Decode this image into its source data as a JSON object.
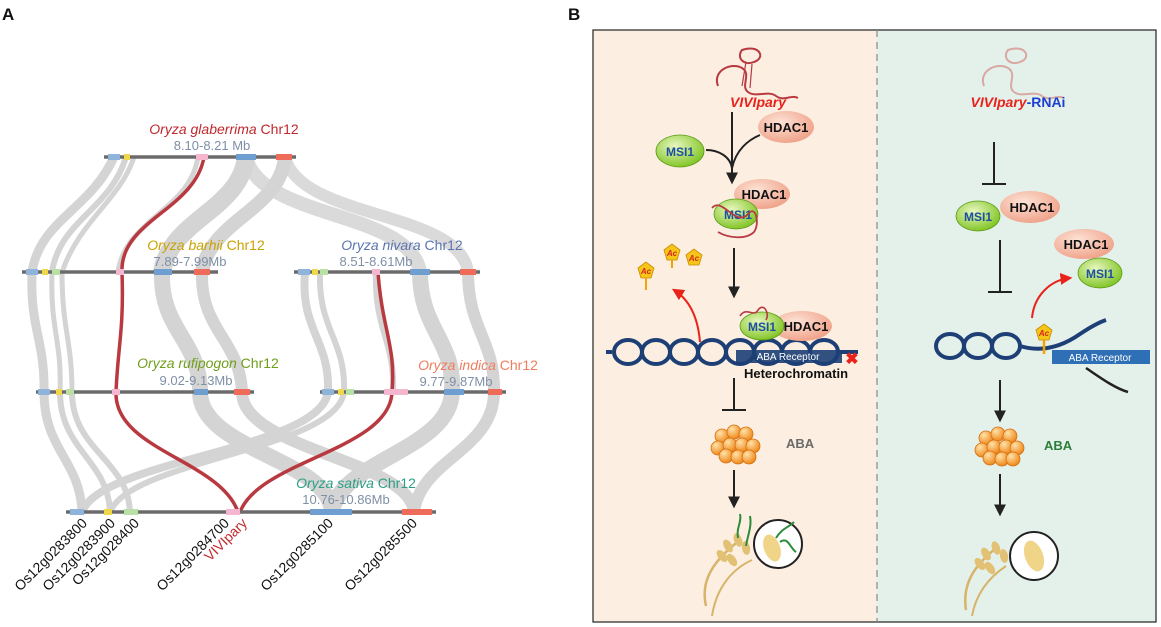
{
  "panelA": {
    "label": "A",
    "species": {
      "glaberrima": {
        "name": "Oryza glaberrima",
        "chr": " Chr12",
        "range": "8.10-8.21 Mb",
        "color": "#c0272d"
      },
      "barthii": {
        "name": "Oryza barhii",
        "chr": " Chr12",
        "range": "7.89-7.99Mb",
        "color": "#c9a200"
      },
      "nivara": {
        "name": "Oryza nivara",
        "chr": " Chr12",
        "range": "8.51-8.61Mb",
        "color": "#5a74b0"
      },
      "rufipogon": {
        "name": "Oryza rufipogon",
        "chr": " Chr12",
        "range": "9.02-9.13Mb",
        "color": "#6f9e1b"
      },
      "indica": {
        "name": "Oryza indica",
        "chr": " Chr12",
        "range": "9.77-9.87Mb",
        "color": "#f07e5e"
      },
      "sativa": {
        "name": "Oryza sativa",
        "chr": " Chr12",
        "range": "10.76-10.86Mb",
        "color": "#2e9e84"
      }
    },
    "genes": [
      "Os12g0283800",
      "Os12g0283900",
      "Os12g028400",
      "Os12g0284700",
      "VIVIpary",
      "Os12g0285100",
      "Os12g0285500"
    ],
    "highlight_color": "#b83a40",
    "range_color": "#7f8fa6"
  },
  "panelB": {
    "label": "B",
    "left": {
      "rna": "VIVIpary",
      "hdac1": "HDAC1",
      "msi1": "MSI1",
      "ac": "Ac",
      "receptor": "ABA Receptor",
      "heterochromatin": "Heterochromatin",
      "aba": "ABA",
      "bg_color": "#fcefe1"
    },
    "right": {
      "rna_red": "VIVIpary",
      "rna_blue": "-RNAi",
      "hdac1": "HDAC1",
      "msi1": "MSI1",
      "ac": "Ac",
      "receptor": "ABA Receptor",
      "aba": "ABA",
      "bg_color": "#e3f1ea"
    }
  }
}
